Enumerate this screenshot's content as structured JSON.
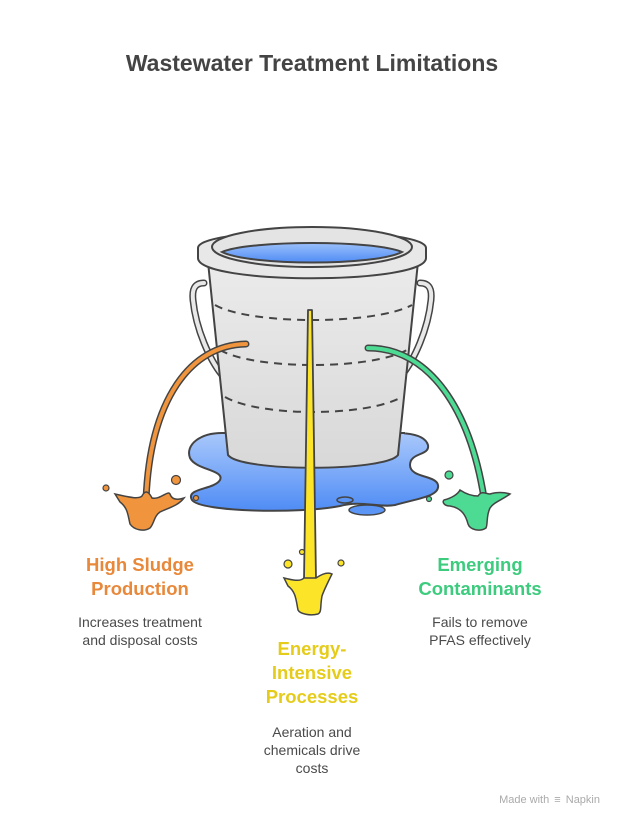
{
  "title": "Wastewater Treatment Limitations",
  "colors": {
    "title": "#444444",
    "orange": "#F0943D",
    "orange_text": "#E8883A",
    "yellow": "#FCE529",
    "yellow_text": "#E6CC1A",
    "green": "#4DDB94",
    "green_text": "#3DCB7E",
    "water": "#5B95F5",
    "bucket": "#E2E2E2",
    "outline": "#444444"
  },
  "items": [
    {
      "title_line1": "High Sludge",
      "title_line2": "Production",
      "desc_line1": "Increases treatment",
      "desc_line2": "and disposal costs",
      "color": "orange",
      "icon": "orange-splash-icon"
    },
    {
      "title_line1": "Energy-",
      "title_line2": "Intensive",
      "title_line3": "Processes",
      "desc_line1": "Aeration and",
      "desc_line2": "chemicals drive",
      "desc_line3": "costs",
      "color": "yellow",
      "icon": "yellow-splash-icon"
    },
    {
      "title_line1": "Emerging",
      "title_line2": "Contaminants",
      "desc_line1": "Fails to remove",
      "desc_line2": "PFAS effectively",
      "color": "green",
      "icon": "green-splash-icon"
    }
  ],
  "footer": {
    "made_with": "Made with",
    "brand": "Napkin"
  }
}
